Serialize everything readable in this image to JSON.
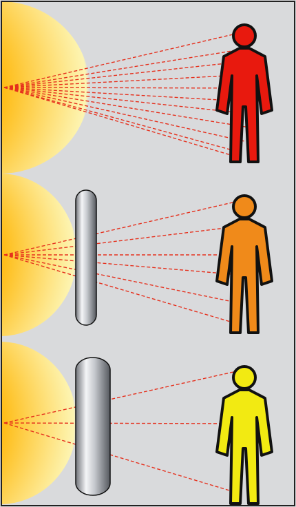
{
  "colors": {
    "background": "#d9dadc",
    "border": "#222222",
    "ray": "#e5301d",
    "glow_center": "#ff1a10",
    "glow_mid": "#ffb400",
    "glow_edge": "#fff6b0",
    "shield": "#9fa2a8",
    "outline": "#111111"
  },
  "panels": [
    {
      "name": "no-shielding",
      "shield": "none",
      "ray_count": 11,
      "figure_color": "#e8190e"
    },
    {
      "name": "thin-shielding",
      "shield": "thin",
      "ray_count": 6,
      "figure_color": "#f08a1a"
    },
    {
      "name": "thick-shielding",
      "shield": "thick",
      "ray_count": 3,
      "figure_color": "#f2ea12"
    }
  ]
}
